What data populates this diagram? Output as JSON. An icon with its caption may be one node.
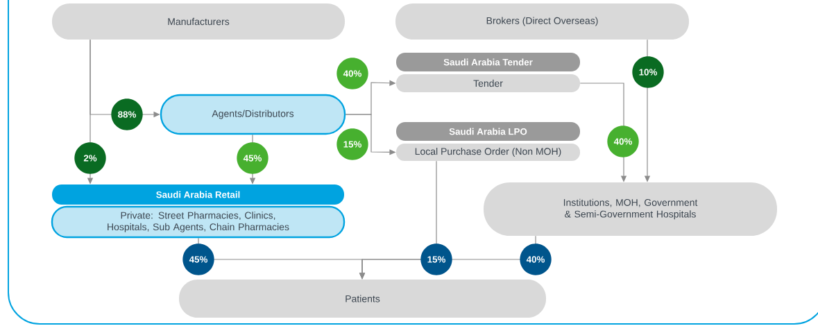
{
  "diagram": {
    "nodes": [
      {
        "text": [
          "Manufacturers"
        ]
      },
      {
        "text": [
          "Brokers (Direct Overseas)"
        ]
      },
      {
        "text": [
          "Agents/Distributors"
        ]
      },
      {
        "text": [
          "Saudi Arabia Tender"
        ]
      },
      {
        "text": [
          "Tender"
        ]
      },
      {
        "text": [
          "Saudi Arabia LPO"
        ]
      },
      {
        "text": [
          "Local Purchase Order (Non MOH)"
        ]
      },
      {
        "text": [
          "Saudi Arabia Retail"
        ]
      },
      {
        "text": [
          "Private: Street Pharmacies, Clinics, Hospitals, Sub Agents, Chain Pharmacies"
        ]
      },
      {
        "text": [
          "Institutions, MOH, Government & Semi-Government Hospitals"
        ]
      },
      {
        "text": [
          "Patients"
        ]
      }
    ],
    "edges": [
      {
        "from": 0,
        "to": 2,
        "arrow": "to",
        "label": "88%"
      },
      {
        "from": 0,
        "to": 7,
        "arrow": "to",
        "label": "2%"
      },
      {
        "from": 2,
        "to": 7,
        "arrow": "to",
        "label": "45%"
      },
      {
        "from": 2,
        "to": 4,
        "arrow": "to",
        "label": "40%"
      },
      {
        "from": 2,
        "to": 6,
        "arrow": "to",
        "label": "15%"
      },
      {
        "from": 4,
        "to": 9,
        "arrow": "to",
        "label": "40%"
      },
      {
        "from": 1,
        "to": 9,
        "arrow": "to",
        "label": "10%"
      },
      {
        "from": 8,
        "to": 10,
        "arrow": "to",
        "label": "45%"
      },
      {
        "from": 6,
        "to": 10,
        "arrow": "to",
        "label": "15%"
      },
      {
        "from": 9,
        "to": 10,
        "arrow": "to",
        "label": "40%"
      }
    ]
  }
}
